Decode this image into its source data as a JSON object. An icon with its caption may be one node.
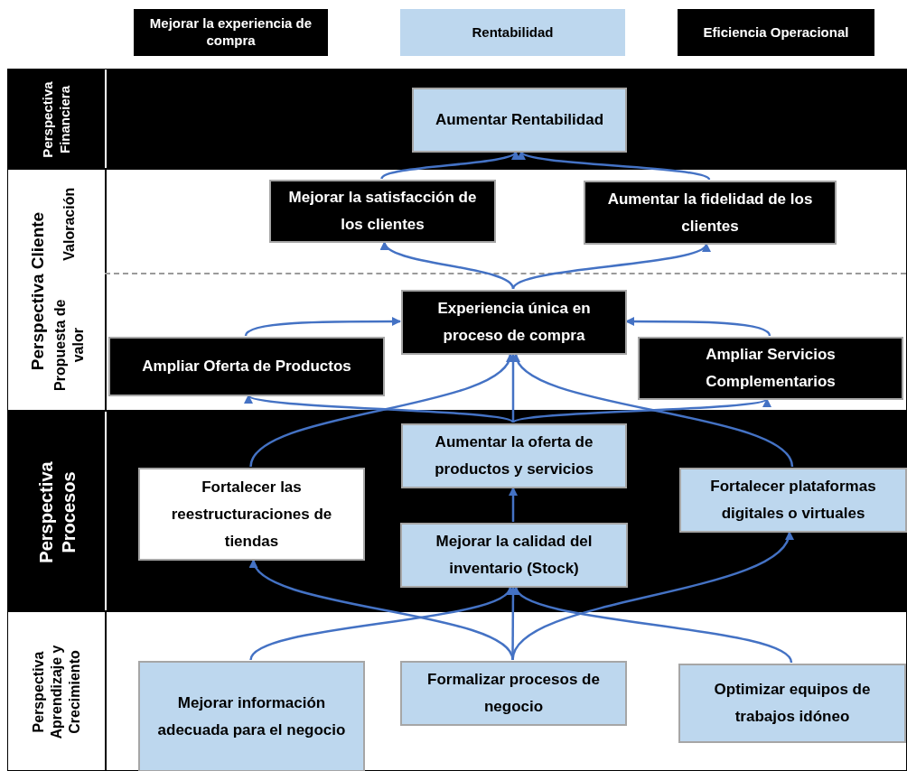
{
  "diagram": {
    "nodes": [
      {
        "text": [
          "Mejorar la experiencia de compra"
        ]
      },
      {
        "text": [
          "Rentabilidad"
        ]
      },
      {
        "text": [
          "Eficiencia Operacional"
        ]
      },
      {
        "text": [
          "Perspectiva Financiera"
        ]
      },
      {
        "text": [
          "Aumentar Rentabilidad"
        ],
        "in": 3
      },
      {
        "text": [
          "Perspectiva Cliente",
          "Valoración",
          "Propuesta de valor"
        ]
      },
      {
        "text": [
          "Mejorar la satisfacción de los clientes"
        ],
        "in": 5
      },
      {
        "text": [
          "Aumentar la fidelidad de los clientes"
        ],
        "in": 5
      },
      {
        "text": [
          "Experiencia única en proceso de compra"
        ],
        "in": 5
      },
      {
        "text": [
          "Ampliar Oferta de Productos"
        ],
        "in": 5
      },
      {
        "text": [
          "Ampliar Servicios Complementarios"
        ],
        "in": 5
      },
      {
        "text": [
          "Perspectiva Procesos"
        ]
      },
      {
        "text": [
          "Aumentar la oferta de productos y servicios"
        ],
        "in": 11
      },
      {
        "text": [
          "Fortalecer las reestructuraciones de tiendas"
        ],
        "in": 11
      },
      {
        "text": [
          "Fortalecer plataformas digitales o virtuales"
        ],
        "in": 11
      },
      {
        "text": [
          "Mejorar la calidad del inventario (Stock)"
        ],
        "in": 11
      },
      {
        "text": [
          "Perspectiva Aprendizaje y Crecimiento"
        ]
      },
      {
        "text": [
          "Mejorar información adecuada para el negocio"
        ],
        "in": 16
      },
      {
        "text": [
          "Formalizar procesos de negocio"
        ],
        "in": 16
      },
      {
        "text": [
          "Optimizar equipos de trabajos idóneo"
        ],
        "in": 16
      }
    ],
    "edges": [
      {
        "from": 6,
        "to": 4,
        "arrow": "to"
      },
      {
        "from": 7,
        "to": 4,
        "arrow": "to"
      },
      {
        "from": 8,
        "to": 6,
        "arrow": "to"
      },
      {
        "from": 8,
        "to": 7,
        "arrow": "to"
      },
      {
        "from": 9,
        "to": 8,
        "arrow": "to"
      },
      {
        "from": 10,
        "to": 8,
        "arrow": "to"
      },
      {
        "from": 12,
        "to": 8,
        "arrow": "to"
      },
      {
        "from": 12,
        "to": 9,
        "arrow": "to"
      },
      {
        "from": 12,
        "to": 10,
        "arrow": "to"
      },
      {
        "from": 13,
        "to": 8,
        "arrow": "to"
      },
      {
        "from": 14,
        "to": 8,
        "arrow": "to"
      },
      {
        "from": 15,
        "to": 12,
        "arrow": "to"
      },
      {
        "from": 18,
        "to": 15,
        "arrow": "to"
      },
      {
        "from": 17,
        "to": 15,
        "arrow": "to"
      },
      {
        "from": 19,
        "to": 15,
        "arrow": "to"
      },
      {
        "from": 18,
        "to": 13,
        "arrow": "to"
      },
      {
        "from": 18,
        "to": 14,
        "arrow": "to"
      }
    ]
  }
}
